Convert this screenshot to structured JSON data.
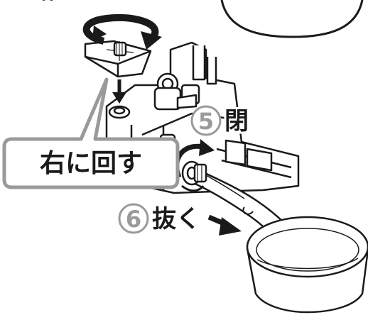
{
  "steps": {
    "step5": {
      "number": "5",
      "label": "閉"
    },
    "step6": {
      "number": "6",
      "label": "抜く"
    }
  },
  "callout": {
    "text": "右に回す"
  },
  "colors": {
    "ink": "#1a1a1a",
    "gray": "#9a9a9a",
    "light_gray": "#c8c8c8",
    "paper": "#ffffff"
  }
}
